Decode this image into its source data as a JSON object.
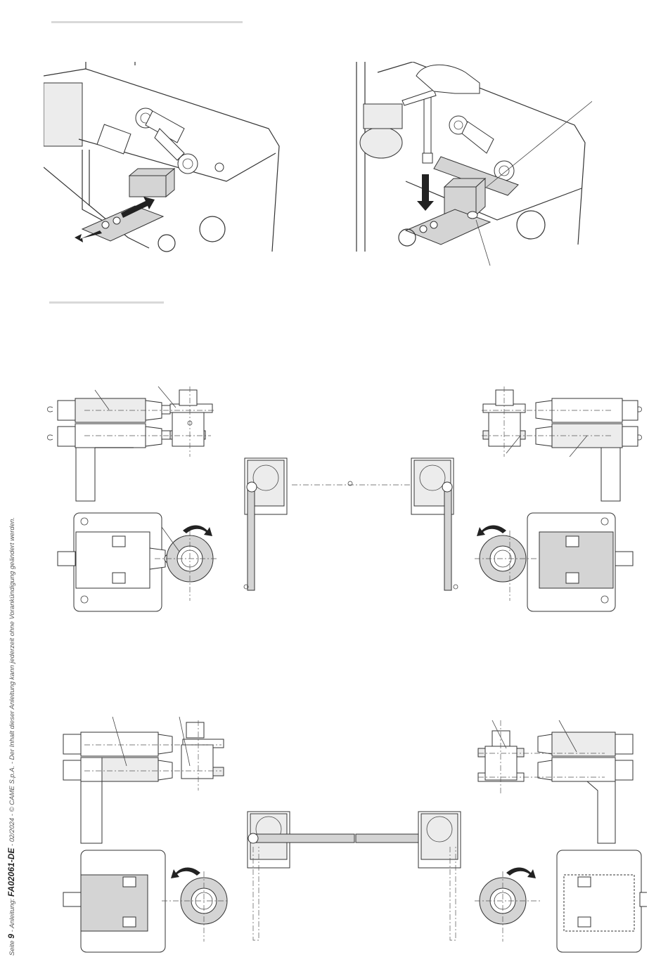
{
  "footer": {
    "page_label": "Seite",
    "page_number": "9",
    "separator": "-",
    "manual_label": "Anleitung:",
    "doc_code": "FA02061-DE",
    "date": "02/2024",
    "copyright": "© CAME S.p.A.",
    "disclaimer": "Der Inhalt dieser Anleitung kann jederzeit ohne Vorankündigung geändert werden."
  },
  "figures": [
    {
      "id": "photo-left",
      "subject": "limit-switch-bracket-insertion"
    },
    {
      "id": "photo-right",
      "subject": "bracket-fastening-with-wrench"
    },
    {
      "id": "open-position-diagram",
      "subject": "gate-leaves-open"
    },
    {
      "id": "closed-position-diagram",
      "subject": "gate-leaves-closed"
    }
  ],
  "colors": {
    "line": "#333333",
    "fill_grey": "#d4d4d4",
    "fill_light": "#ececec",
    "rule": "#d9d9d9"
  }
}
